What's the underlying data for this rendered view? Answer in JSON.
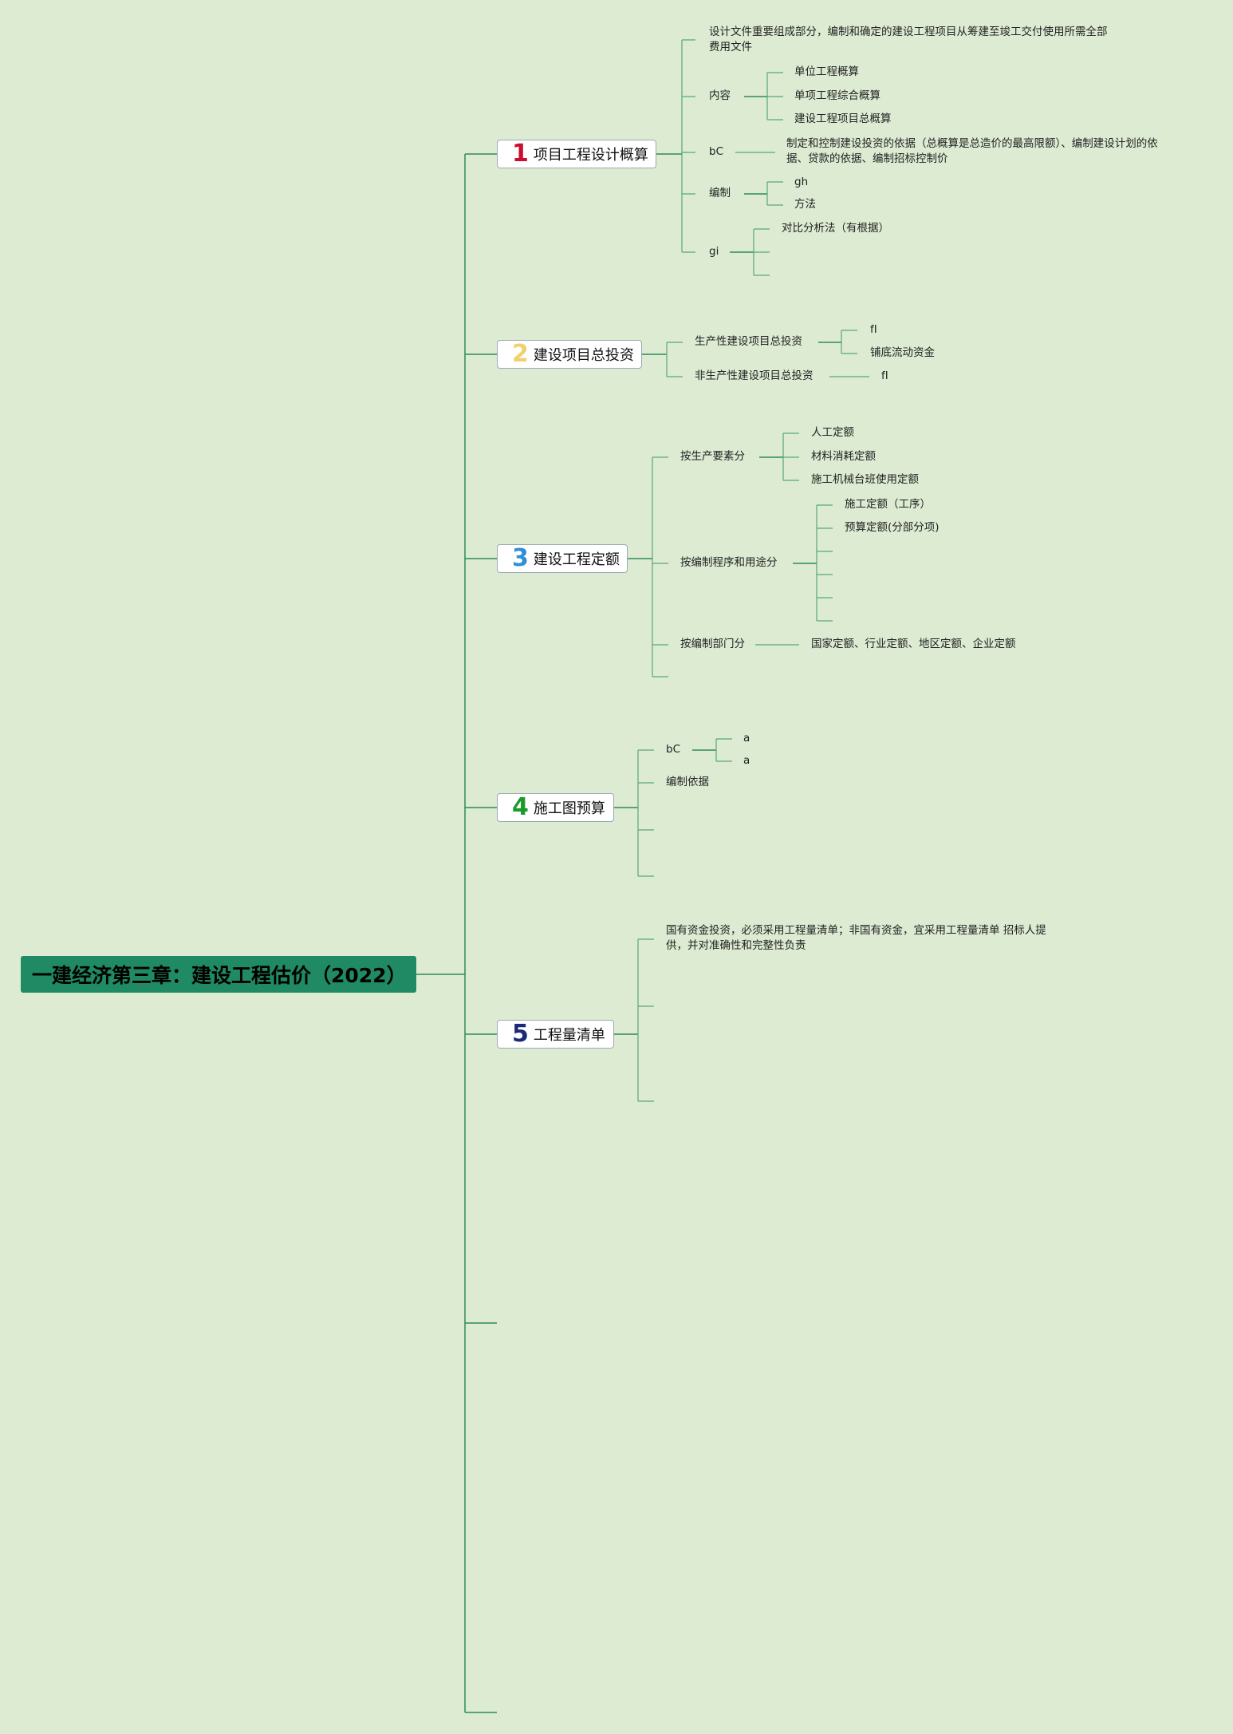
{
  "root": {
    "title": "一建经济第三章：建设工程估价（2022）"
  },
  "branches": [
    {
      "number": "1",
      "title": "项目工程设计概算",
      "color": "#c8102e",
      "intro": "设计文件重要组成部分，编制和确定的建设工程项目从筹建至竣工交付使用所需全部费用文件",
      "content_label": "内容",
      "content_items": [
        "单位工程概算",
        "单项工程综合概算",
        "建设工程项目总概算"
      ],
      "bc_label": "bC",
      "bc_text": "制定和控制建设投资的依据（总概算是总造价的最高限额）、编制建设计划的依据、贷款的依据、编制招标控制价",
      "compile_label": "编制",
      "compile_items": [
        "gh",
        "方法"
      ],
      "gi_label": "gi",
      "gi_items": [
        "对比分析法（有根据）"
      ]
    },
    {
      "number": "2",
      "title": "建设项目总投资",
      "color": "#f2d16b",
      "productive_label": "生产性建设项目总投资",
      "productive_items": [
        "fI",
        "铺底流动资金"
      ],
      "nonproductive_label": "非生产性建设项目总投资",
      "nonproductive_item": "fI"
    },
    {
      "number": "3",
      "title": "建设工程定额",
      "color": "#2f8fd6",
      "factor_label": "按生产要素分",
      "factor_items": [
        "人工定额",
        "材料消耗定额",
        "施工机械台班使用定额"
      ],
      "procedure_label": "按编制程序和用途分",
      "procedure_items": [
        "施工定额（工序）",
        "预算定额(分部分项)"
      ],
      "dept_label": "按编制部门分",
      "dept_item": "国家定额、行业定额、地区定额、企业定额"
    },
    {
      "number": "4",
      "title": "施工图预算",
      "color": "#1a9a2a",
      "bc_label": "bC",
      "bc_items": [
        "a",
        "a"
      ],
      "basis_label": "编制依据"
    },
    {
      "number": "5",
      "title": "工程量清单",
      "color": "#1a2a78",
      "intro": "国有资金投资，必须采用工程量清单；非国有资金，宜采用工程量清单 招标人提供，并对准确性和完整性负责"
    }
  ]
}
